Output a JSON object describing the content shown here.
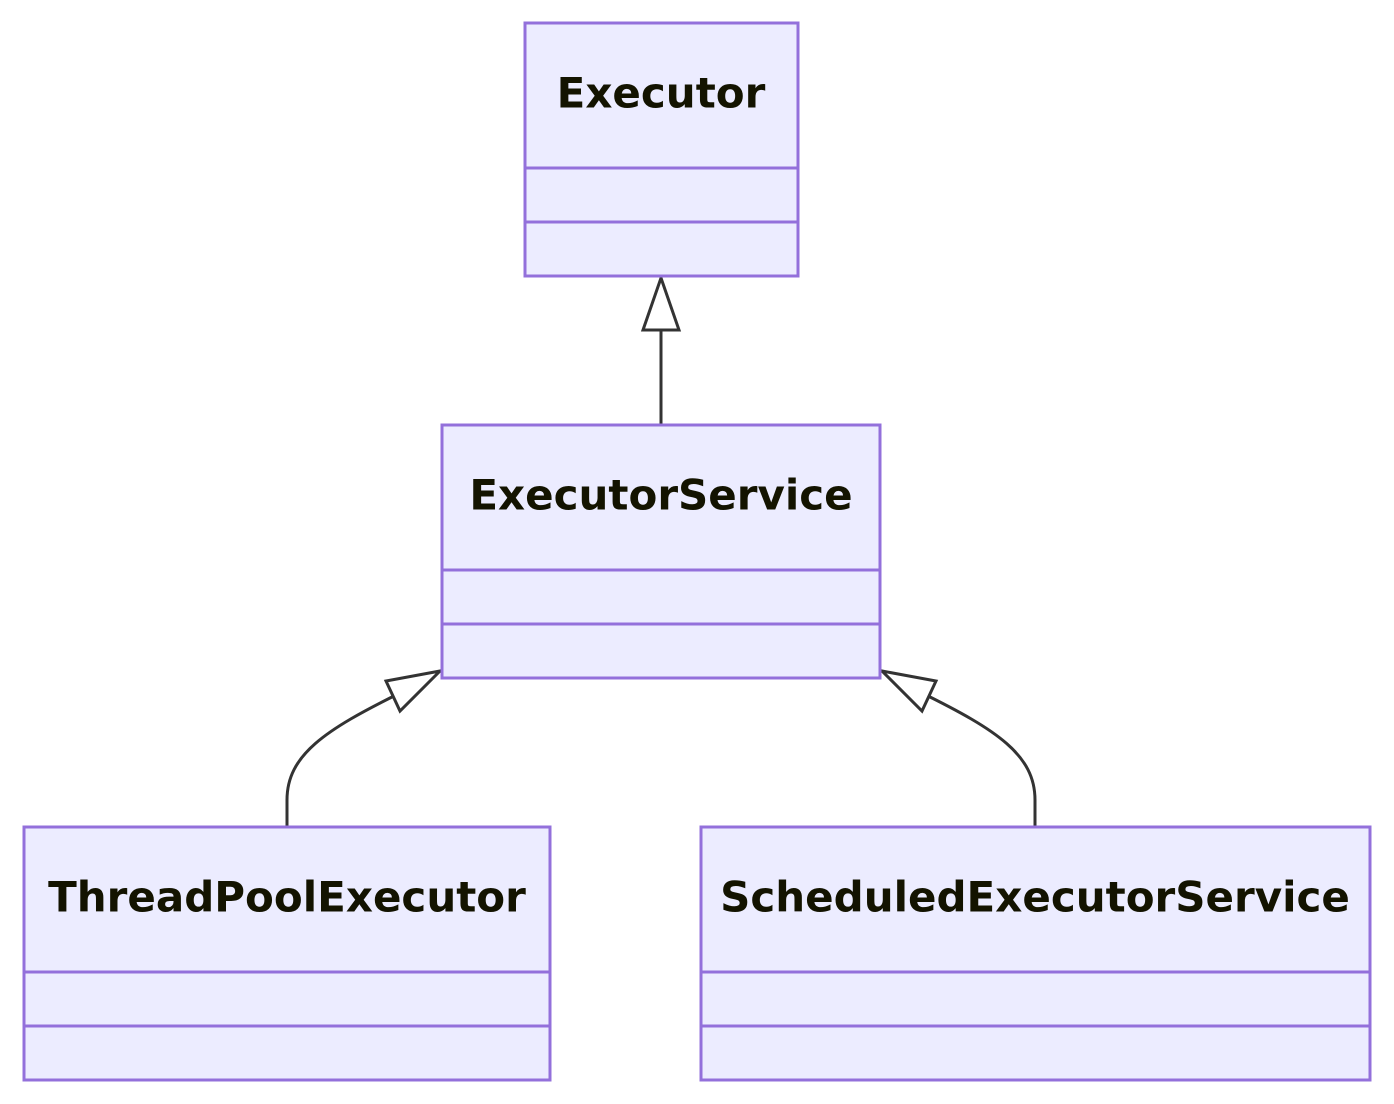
{
  "colors": {
    "box_fill": "#ECECFF",
    "box_stroke": "#9370DB",
    "edge_stroke": "#333333",
    "arrow_fill": "#ffffff",
    "text": "#131300"
  },
  "classes": {
    "executor": {
      "name": "Executor"
    },
    "executor_service": {
      "name": "ExecutorService"
    },
    "thread_pool_executor": {
      "name": "ThreadPoolExecutor"
    },
    "scheduled_executor_service": {
      "name": "ScheduledExecutorService"
    }
  },
  "relations": [
    {
      "from": "ExecutorService",
      "to": "Executor",
      "type": "inheritance"
    },
    {
      "from": "ThreadPoolExecutor",
      "to": "ExecutorService",
      "type": "inheritance"
    },
    {
      "from": "ScheduledExecutorService",
      "to": "ExecutorService",
      "type": "inheritance"
    }
  ]
}
